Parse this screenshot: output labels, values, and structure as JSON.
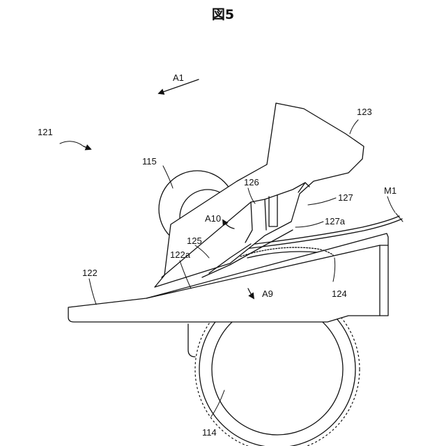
{
  "figure": {
    "title": "図5",
    "labels": {
      "l121": "121",
      "a1": "A1",
      "l123": "123",
      "l115": "115",
      "l126": "126",
      "l127": "127",
      "m1": "M1",
      "a10": "A10",
      "l127a": "127a",
      "l125": "125",
      "l122a": "122a",
      "l122": "122",
      "a9": "A9",
      "l124": "124",
      "l114": "114"
    }
  }
}
